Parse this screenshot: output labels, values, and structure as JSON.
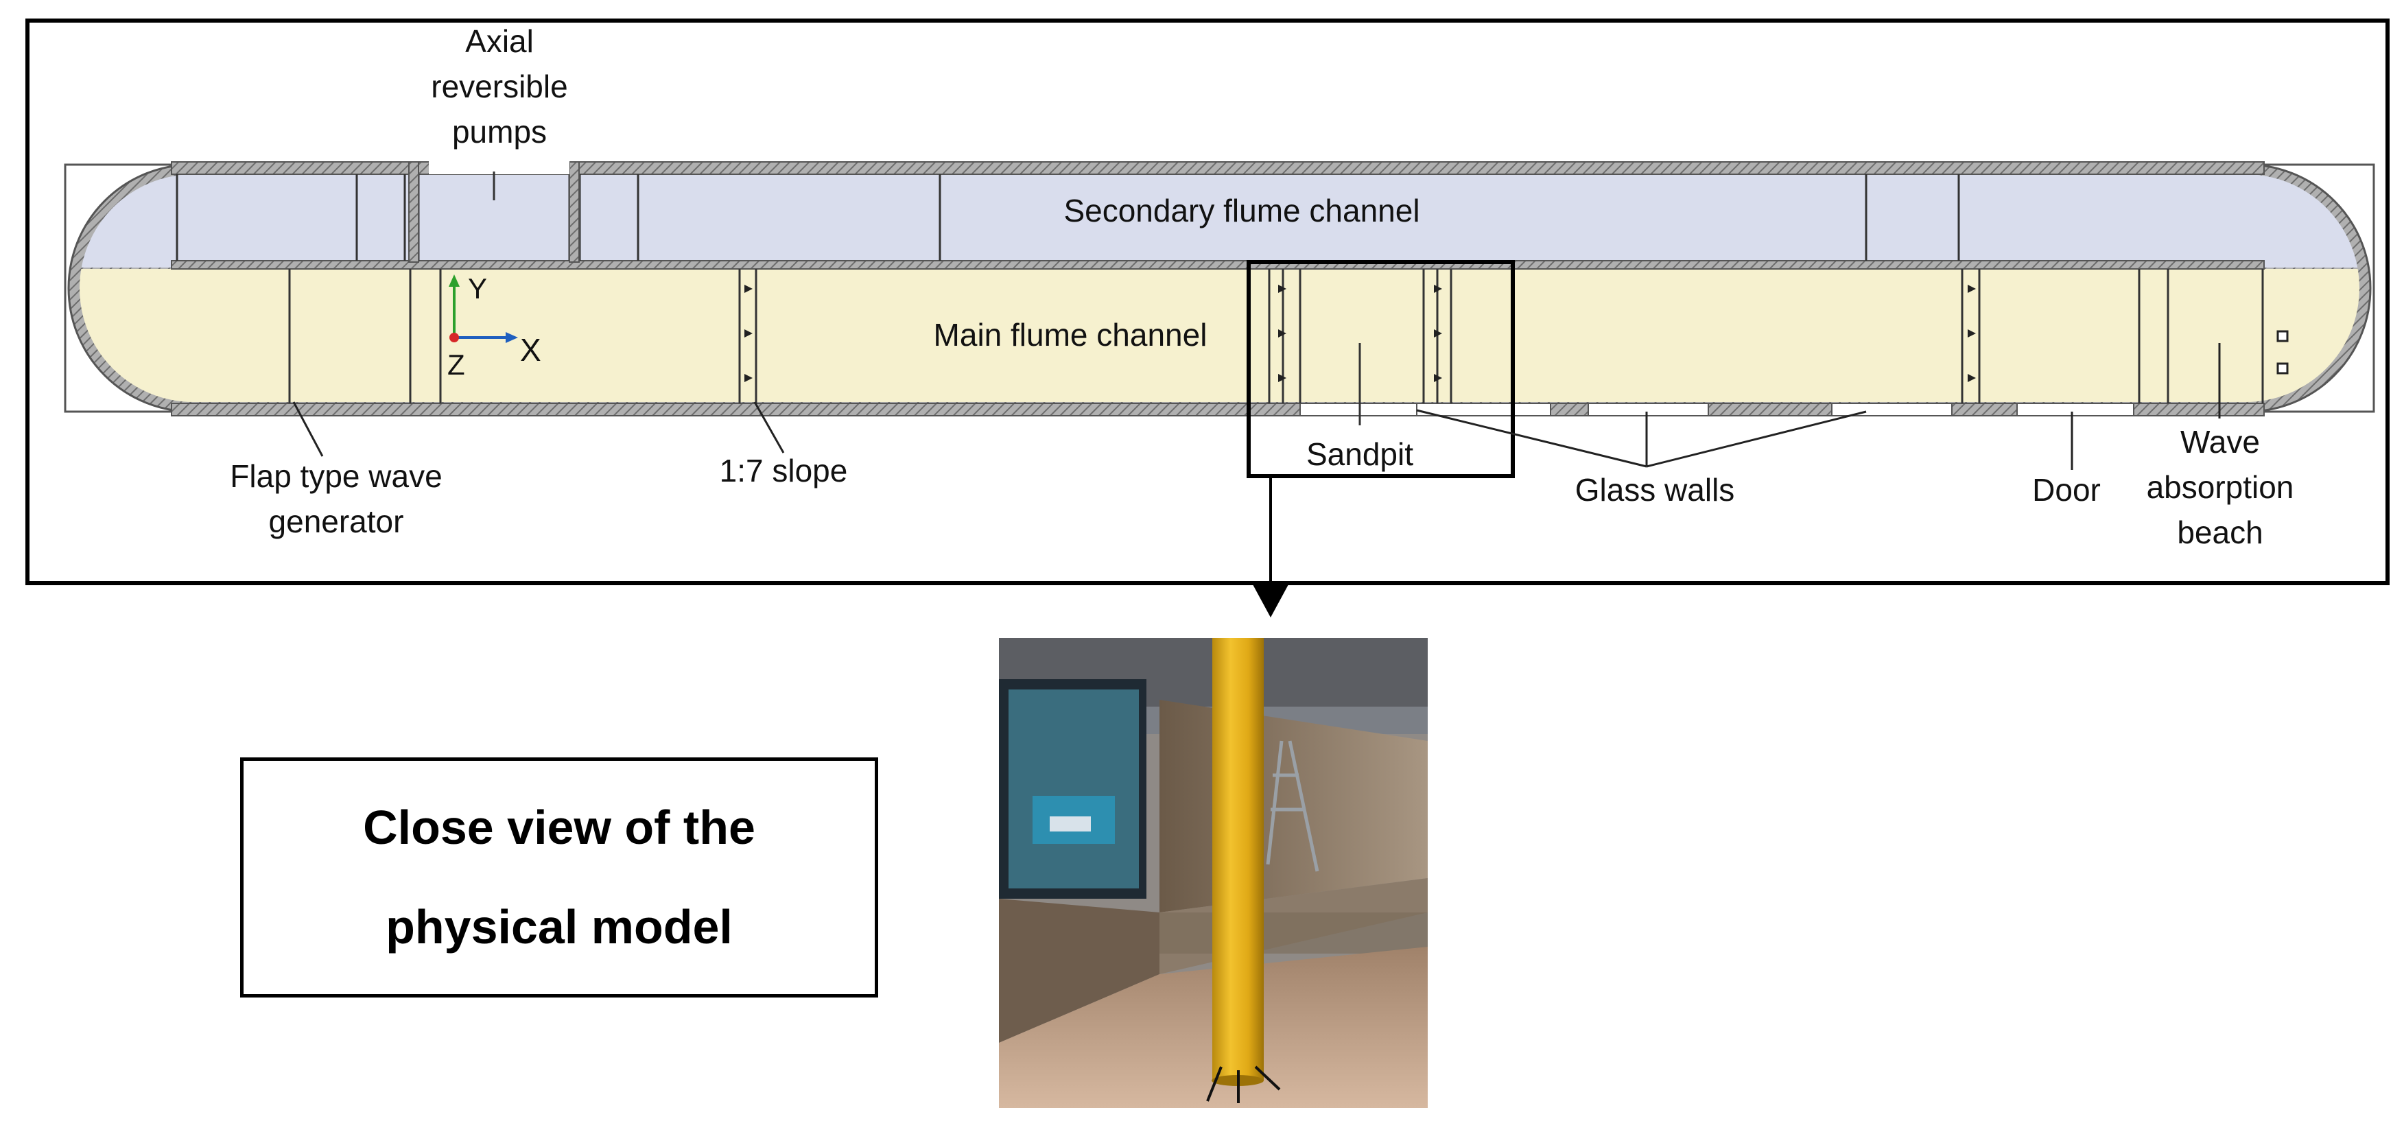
{
  "labels": {
    "pumps": [
      "Axial",
      "reversible",
      "pumps"
    ],
    "secondary_channel": "Secondary flume channel",
    "main_channel": "Main flume channel",
    "axis_y": "Y",
    "axis_x": "X",
    "axis_z": "Z",
    "wave_generator": [
      "Flap type wave",
      "generator"
    ],
    "slope": "1:7 slope",
    "sandpit": "Sandpit",
    "glass_walls": "Glass walls",
    "door": "Door",
    "beach": [
      "Wave",
      "absorption",
      "beach"
    ]
  },
  "caption": [
    "Close view of the",
    "physical model"
  ],
  "colors": {
    "main_channel": "#f6f1cf",
    "secondary_channel": "#d9dded",
    "wall": "#8a8a8a",
    "axis_y": "#2ca02c",
    "axis_x": "#1f5fbf",
    "axis_origin": "#d62728",
    "pile": "#e5b01a"
  },
  "photo": {
    "subject": "yellow monopile in flume sandpit"
  }
}
